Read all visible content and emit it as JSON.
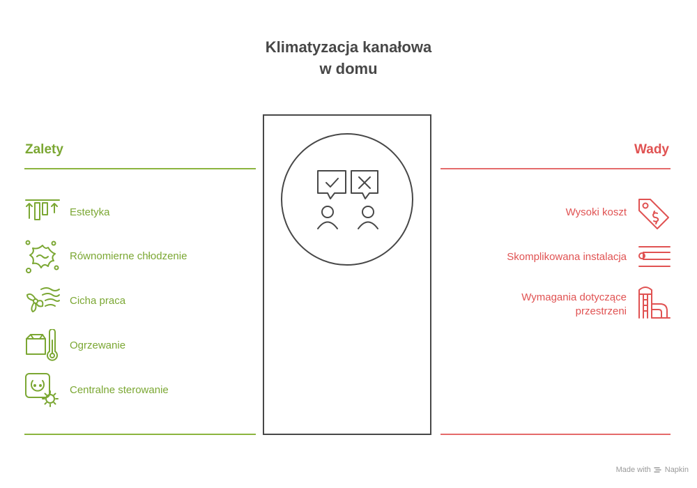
{
  "title": {
    "line1": "Klimatyzacja kanałowa",
    "line2": "w domu"
  },
  "pros": {
    "heading": "Zalety",
    "items": [
      {
        "label": "Estetyka",
        "icon": "rising-bars-icon"
      },
      {
        "label": "Równomierne chłodzenie",
        "icon": "snowflake-splash-icon"
      },
      {
        "label": "Cicha praca",
        "icon": "fan-airflow-icon"
      },
      {
        "label": "Ogrzewanie",
        "icon": "box-thermometer-icon"
      },
      {
        "label": "Centralne sterowanie",
        "icon": "socket-gear-icon"
      }
    ]
  },
  "cons": {
    "heading": "Wady",
    "items": [
      {
        "label": "Wysoki koszt",
        "icon": "price-tag-icon"
      },
      {
        "label": "Skomplikowana instalacja",
        "icon": "pipes-icon"
      },
      {
        "label": "Wymagania dotyczące",
        "label2": "przestrzeni",
        "icon": "building-stairs-icon"
      }
    ]
  },
  "center": {
    "icon": "pros-cons-people-icon"
  },
  "footer": {
    "text": "Made with",
    "brand": "Napkin"
  },
  "colors": {
    "pros": "#7ba733",
    "cons": "#e05252",
    "outline": "#474747"
  }
}
